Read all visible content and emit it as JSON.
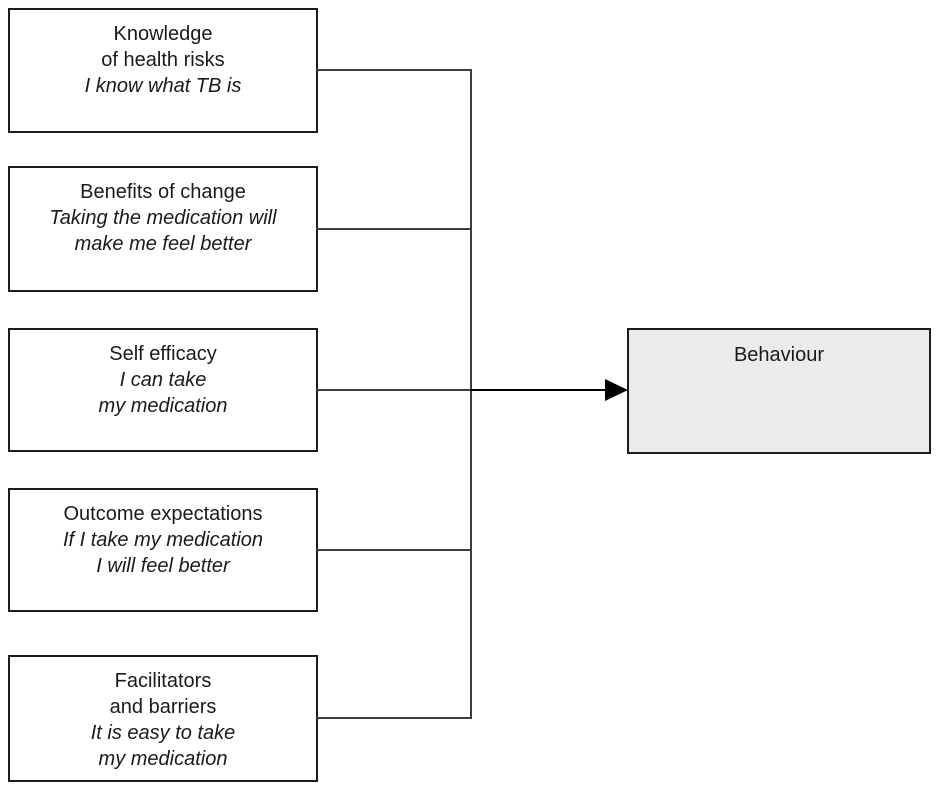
{
  "diagram": {
    "description": "Health-belief factors leading to behaviour",
    "factors": [
      {
        "name": "knowledge-of-health-risks",
        "title_lines": [
          "Knowledge",
          "of health risks"
        ],
        "quote_lines": [
          "I know what TB is"
        ]
      },
      {
        "name": "benefits-of-change",
        "title_lines": [
          "Benefits of change"
        ],
        "quote_lines": [
          "Taking the medication will",
          "make me feel better"
        ]
      },
      {
        "name": "self-efficacy",
        "title_lines": [
          "Self efficacy"
        ],
        "quote_lines": [
          "I can take",
          "my medication"
        ]
      },
      {
        "name": "outcome-expectations",
        "title_lines": [
          "Outcome expectations"
        ],
        "quote_lines": [
          "If I take my medication",
          "I will feel better"
        ]
      },
      {
        "name": "facilitators-and-barriers",
        "title_lines": [
          "Facilitators",
          "and barriers"
        ],
        "quote_lines": [
          "It is easy to take",
          "my medication"
        ]
      }
    ],
    "outcome": {
      "label": "Behaviour"
    },
    "colors": {
      "background": "#ffffff",
      "box_border": "#1c1c1c",
      "factor_fill": "#ffffff",
      "outcome_fill": "#ebebeb",
      "connector_line": "#3d3d3d",
      "arrow": "#000000"
    }
  }
}
